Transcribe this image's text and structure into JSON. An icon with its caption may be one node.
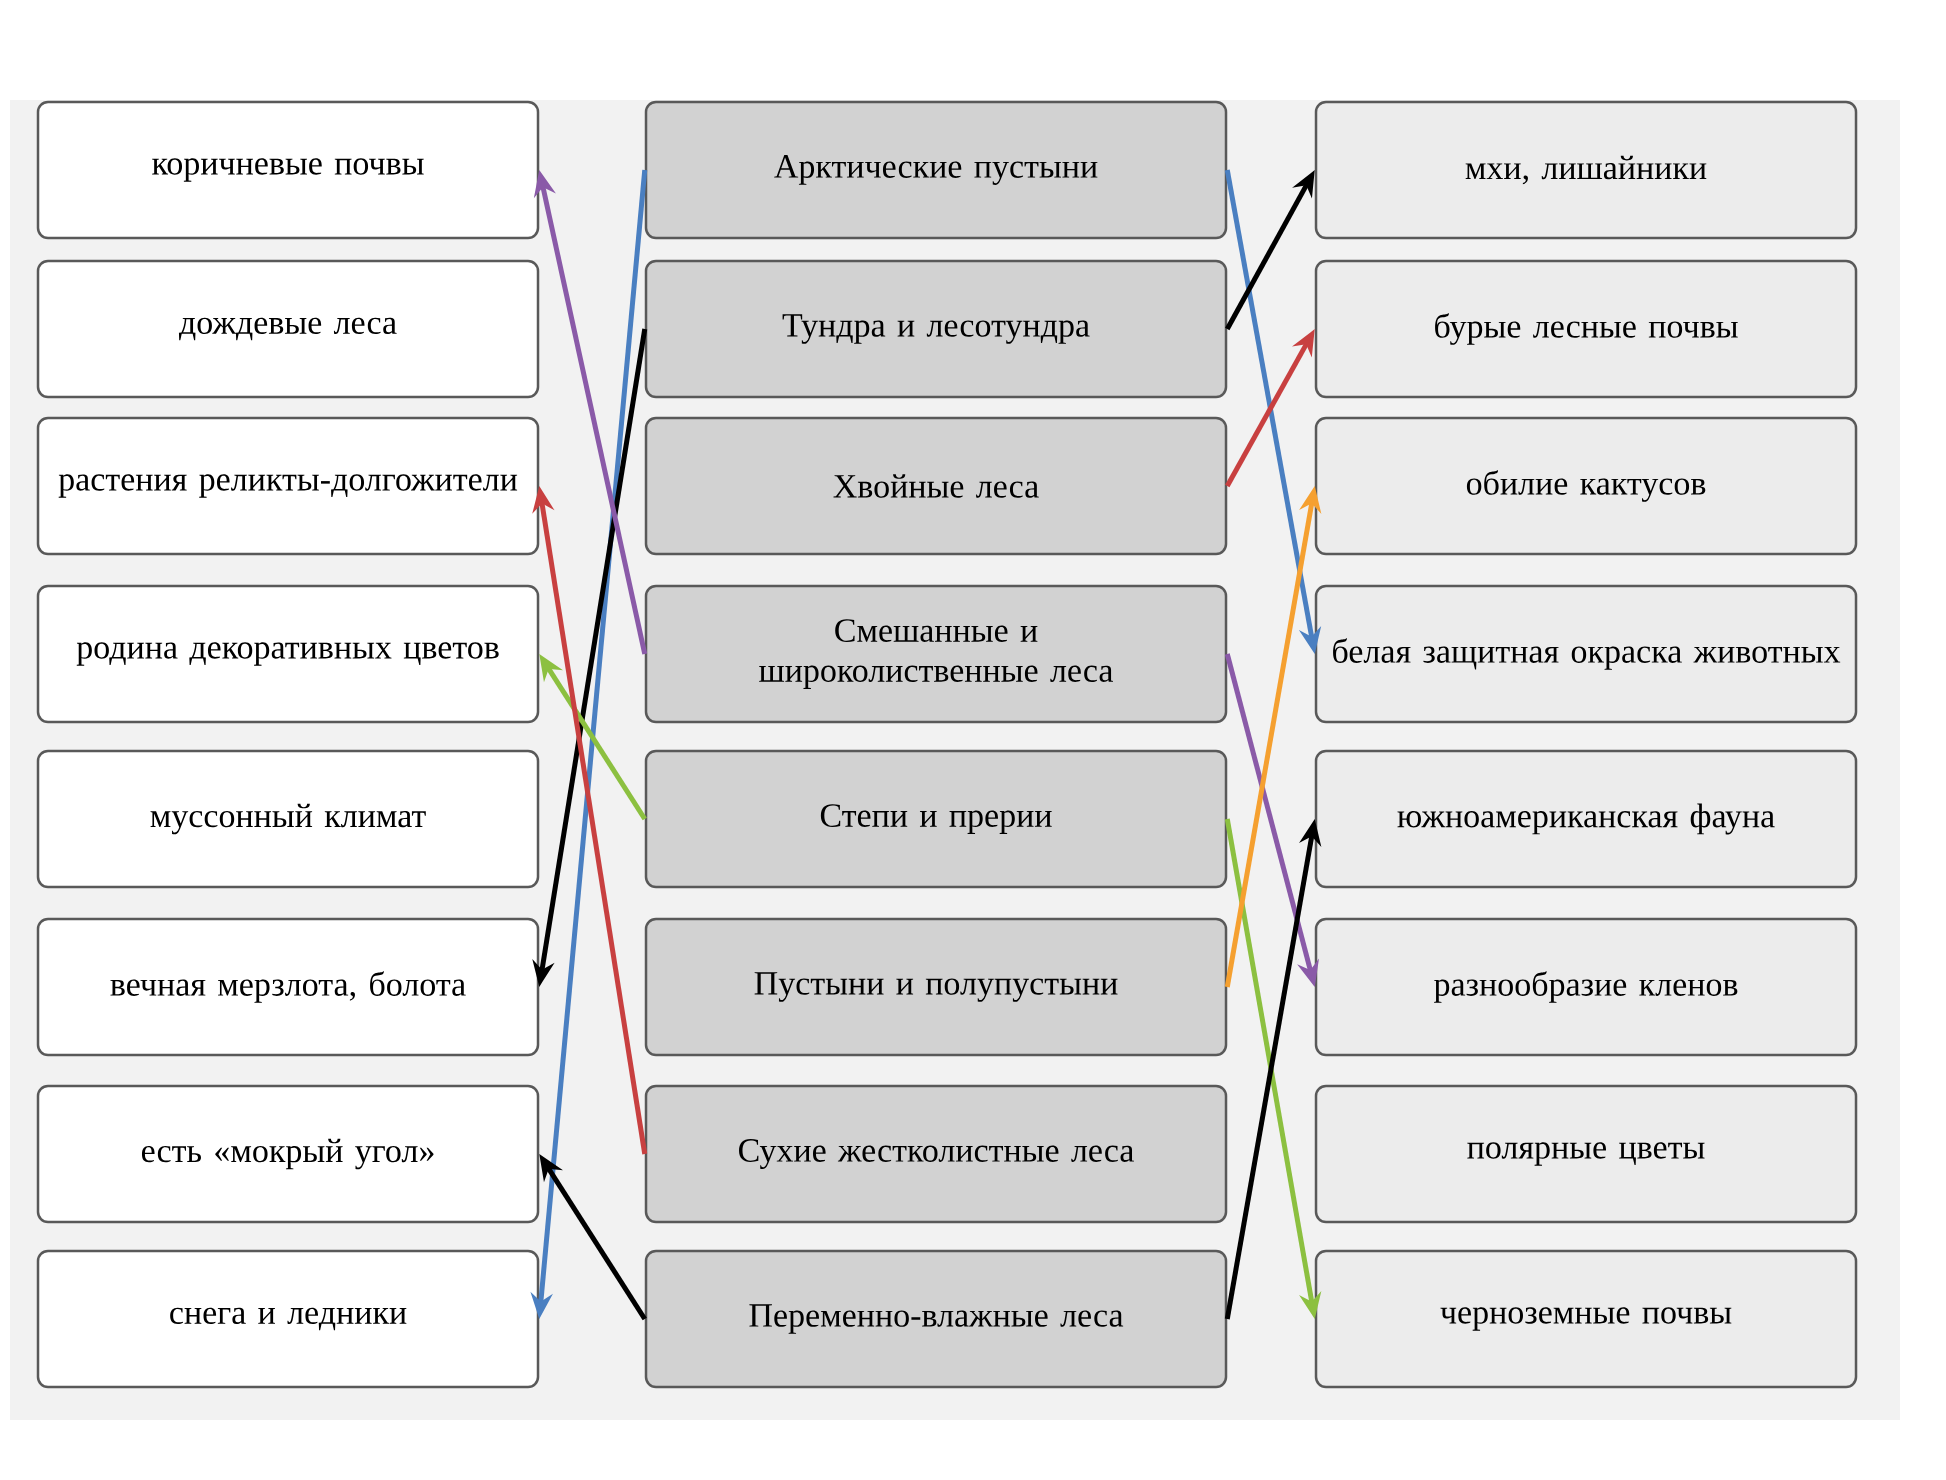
{
  "diagram": {
    "nodes": [
      {
        "text": [
          "коричневые почвы"
        ]
      },
      {
        "text": [
          "дождевые леса"
        ]
      },
      {
        "text": [
          "растения реликты-долгожители"
        ]
      },
      {
        "text": [
          "родина декоративных цветов"
        ]
      },
      {
        "text": [
          "муссонный климат"
        ]
      },
      {
        "text": [
          "вечная мерзлота, болота"
        ]
      },
      {
        "text": [
          "есть «мокрый угол»"
        ]
      },
      {
        "text": [
          "снега и ледники"
        ]
      },
      {
        "text": [
          "Арктические пустыни"
        ]
      },
      {
        "text": [
          "Тундра и лесотундра"
        ]
      },
      {
        "text": [
          "Хвойные леса"
        ]
      },
      {
        "text": [
          "Смешанные и широколиственные леса"
        ]
      },
      {
        "text": [
          "Степи и прерии"
        ]
      },
      {
        "text": [
          "Пустыни и полупустыни"
        ]
      },
      {
        "text": [
          "Сухие жестколистные леса"
        ]
      },
      {
        "text": [
          "Переменно-влажные леса"
        ]
      },
      {
        "text": [
          "мхи, лишайники"
        ]
      },
      {
        "text": [
          "бурые лесные почвы"
        ]
      },
      {
        "text": [
          "обилие кактусов"
        ]
      },
      {
        "text": [
          "белая защитная окраска животных"
        ]
      },
      {
        "text": [
          "южноамериканская фауна"
        ]
      },
      {
        "text": [
          "разнообразие кленов"
        ]
      },
      {
        "text": [
          "полярные цветы"
        ]
      },
      {
        "text": [
          "черноземные почвы"
        ]
      }
    ],
    "edges": [
      {
        "from": 8,
        "to": 7,
        "arrow": "to",
        "color": "#4a7fc1"
      },
      {
        "from": 8,
        "to": 19,
        "arrow": "to",
        "color": "#4a7fc1"
      },
      {
        "from": 9,
        "to": 16,
        "arrow": "to",
        "color": "#000000"
      },
      {
        "from": 9,
        "to": 5,
        "arrow": "to",
        "color": "#000000"
      },
      {
        "from": 10,
        "to": 17,
        "arrow": "to",
        "color": "#c84040"
      },
      {
        "from": 11,
        "to": 0,
        "arrow": "to",
        "color": "#8a5aa8"
      },
      {
        "from": 11,
        "to": 21,
        "arrow": "to",
        "color": "#8a5aa8"
      },
      {
        "from": 12,
        "to": 3,
        "arrow": "to",
        "color": "#8cc040"
      },
      {
        "from": 12,
        "to": 23,
        "arrow": "to",
        "color": "#8cc040"
      },
      {
        "from": 13,
        "to": 18,
        "arrow": "to",
        "color": "#f5a030"
      },
      {
        "from": 14,
        "to": 2,
        "arrow": "to",
        "color": "#c84040"
      },
      {
        "from": 15,
        "to": 6,
        "arrow": "to",
        "color": "#000000"
      },
      {
        "from": 15,
        "to": 20,
        "arrow": "to",
        "color": "#000000"
      }
    ]
  }
}
